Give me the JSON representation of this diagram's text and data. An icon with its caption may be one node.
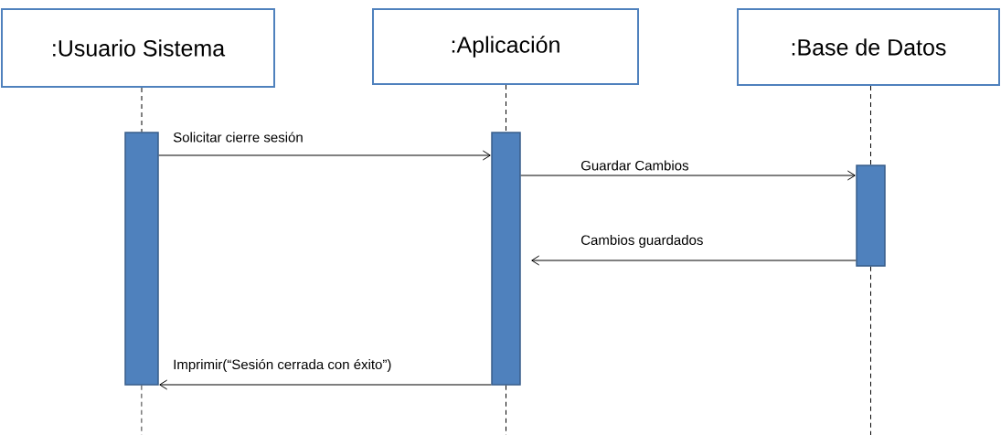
{
  "diagram": {
    "nodes": [
      {
        "text": [
          ":Usuario Sistema"
        ]
      },
      {
        "text": [
          ":Aplicación"
        ]
      },
      {
        "text": [
          ":Base de Datos"
        ]
      },
      {
        "text": [],
        "shape": "bar"
      },
      {
        "text": [],
        "shape": "bar"
      },
      {
        "text": [],
        "shape": "bar"
      }
    ],
    "edges": [
      {
        "from": 0,
        "to": 3,
        "arrow": "none",
        "style": "dashed"
      },
      {
        "from": 1,
        "to": 4,
        "arrow": "none",
        "style": "dashed"
      },
      {
        "from": 2,
        "to": 5,
        "arrow": "none",
        "style": "dashed"
      },
      {
        "from": 3,
        "to": null,
        "arrow": "none",
        "style": "dashed"
      },
      {
        "from": 4,
        "to": null,
        "arrow": "none",
        "style": "dashed"
      },
      {
        "from": 5,
        "to": null,
        "arrow": "none",
        "style": "dashed"
      },
      {
        "from": 3,
        "to": 4,
        "arrow": "to",
        "label": "Solicitar cierre sesión"
      },
      {
        "from": 4,
        "to": 5,
        "arrow": "to",
        "label": "Guardar Cambios"
      },
      {
        "from": 5,
        "to": 4,
        "arrow": "to",
        "label": "Cambios guardados"
      },
      {
        "from": 4,
        "to": 3,
        "arrow": "to",
        "label": "Imprimir(“Sesión cerrada con éxito”)"
      }
    ]
  }
}
